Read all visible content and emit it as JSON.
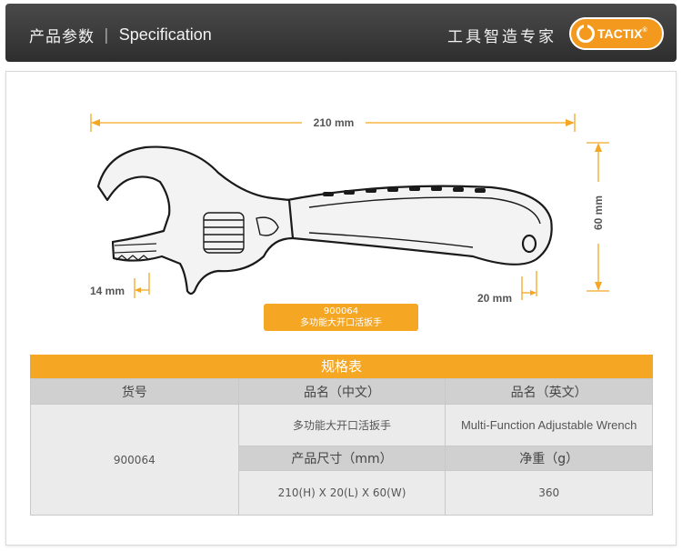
{
  "header": {
    "title_cn": "产品参数",
    "separator": "|",
    "title_en": "Specification",
    "slogan": "工具智造专家",
    "logo_text": "TACTIX",
    "logo_registered": "®"
  },
  "diagram": {
    "length": "210 mm",
    "width": "60 mm",
    "jaw": "14 mm",
    "thickness": "20 mm"
  },
  "product_tag": {
    "code": "900064",
    "name": "多功能大开口活扳手"
  },
  "spec": {
    "title": "规格表",
    "headers": [
      "货号",
      "品名（中文）",
      "品名（英文）"
    ],
    "item_no": "900064",
    "name_cn": "多功能大开口活扳手",
    "name_en": "Multi-Function Adjustable Wrench",
    "sub_headers": [
      "产品尺寸（mm）",
      "净重（g）"
    ],
    "size": "210(H) X 20(L) X 60(W)",
    "weight": "360"
  },
  "colors": {
    "accent": "#f5a623",
    "header_bg": "#3a3a3a",
    "table_header": "#d0d0d0",
    "table_cell": "#ebebeb"
  }
}
